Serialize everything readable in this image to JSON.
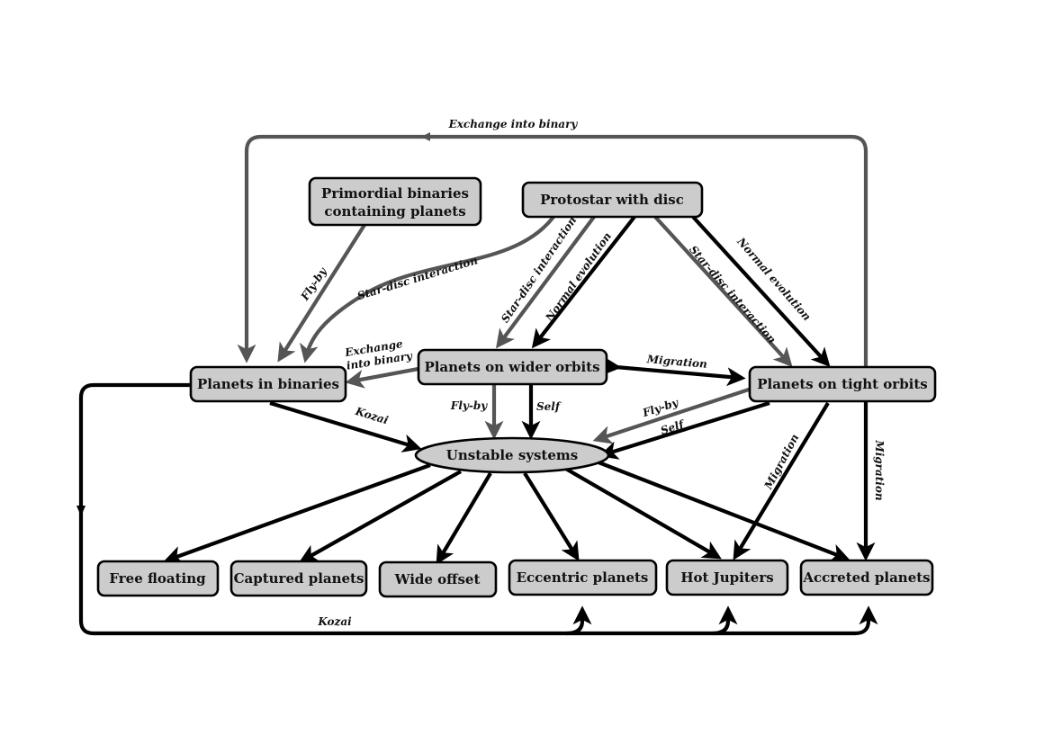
{
  "colors": {
    "dark_arrow": "#000000",
    "grey_arrow": "#555555",
    "node_fill": "#cccccc"
  },
  "nodes": {
    "primordial": [
      "Primordial binaries",
      "containing planets"
    ],
    "protostar": "Protostar with disc",
    "binaries": "Planets in binaries",
    "wider": "Planets on wider orbits",
    "tight": "Planets on tight orbits",
    "unstable": "Unstable systems",
    "free_floating": "Free floating",
    "captured": "Captured planets",
    "wide_offset": "Wide offset",
    "eccentric": "Eccentric planets",
    "hot_jupiters": "Hot Jupiters",
    "accreted": "Accreted planets"
  },
  "edge_labels": {
    "exchange_top": "Exchange into binary",
    "flyby_primordial": "Fly-by",
    "stardisc_binaries": "Star-disc interaction",
    "stardisc_wider": "Star-disc interaction",
    "normal_wider": "Normal evolution",
    "stardisc_tight": "Star-disc interaction",
    "normal_tight": "Normal evolution",
    "exchange_wider": [
      "Exchange",
      "into binary"
    ],
    "migration_mid": "Migration",
    "kozai_unstable": "Kozai",
    "flyby_wider": "Fly-by",
    "self_wider": "Self",
    "flyby_tight": "Fly-by",
    "self_tight": "Self",
    "migration_hot": "Migration",
    "migration_accreted": "Migration",
    "kozai_bottom": "Kozai"
  }
}
